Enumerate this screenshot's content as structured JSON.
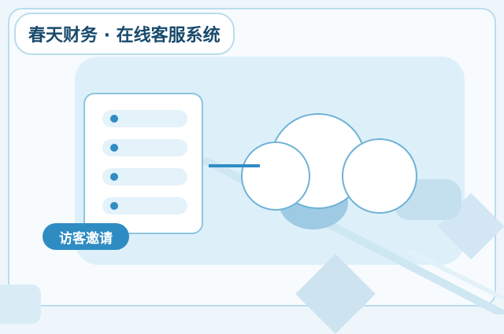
{
  "header": {
    "title": "春天财务 · 在线客服系统"
  },
  "card": {
    "rows": 4,
    "badge_label": "访客邀请"
  },
  "colors": {
    "accent": "#2e8cc3",
    "title_text": "#184a6b",
    "border": "#b9dcec",
    "panel": "#ddf0fa",
    "cloud_stroke": "#6fb2d6"
  },
  "icons": {
    "cloud": "cloud-icon",
    "list_dot": "list-dot-icon"
  }
}
